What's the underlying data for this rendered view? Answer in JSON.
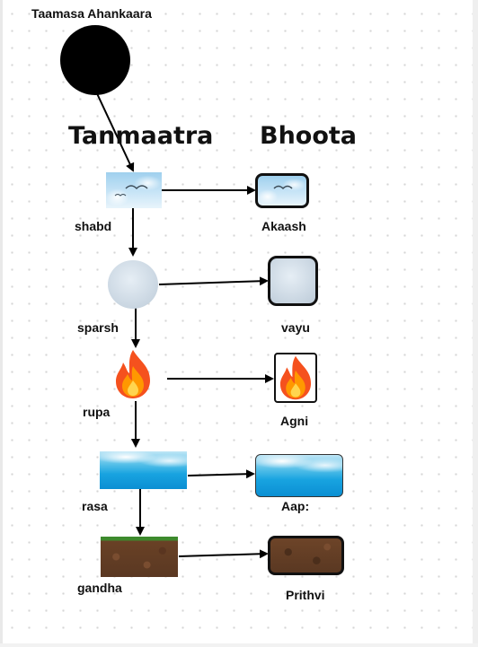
{
  "title": "Taamasa Ahankaara",
  "headings": {
    "left": "Tanmaatra",
    "right": "Bhoota"
  },
  "tanmaatra": [
    {
      "label": "shabd"
    },
    {
      "label": "sparsh"
    },
    {
      "label": "rupa"
    },
    {
      "label": "rasa"
    },
    {
      "label": "gandha"
    }
  ],
  "bhoota": [
    {
      "label": "Akaash"
    },
    {
      "label": "vayu"
    },
    {
      "label": "Agni"
    },
    {
      "label": "Aap:"
    },
    {
      "label": "Prithvi"
    }
  ]
}
